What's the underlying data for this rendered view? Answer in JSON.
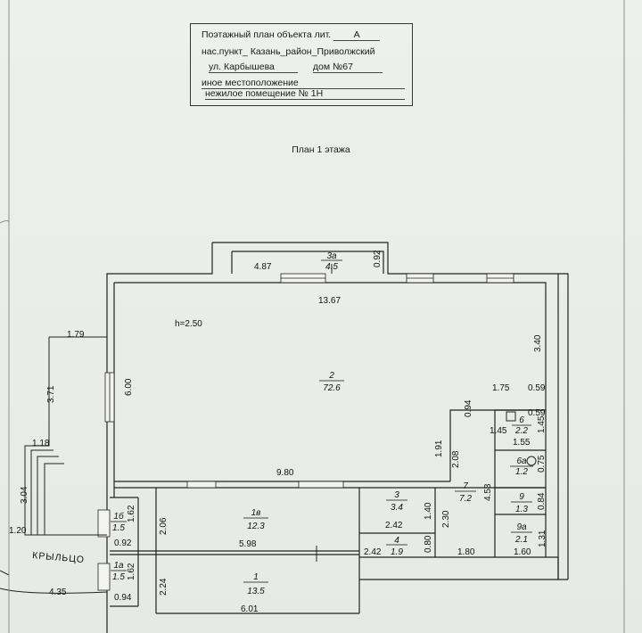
{
  "stamp": {
    "line1_prefix": "Поэтажный план объекта лит.",
    "line1_value": "А",
    "line2": "нас.пункт_ Казань_район_Приволжский",
    "line3_street": "ул. Карбышева",
    "line3_house": "дом №67",
    "line4": "иное местоположение",
    "line5": "нежилое помещение № 1Н"
  },
  "plan_title": "План 1 этажа",
  "porch_label": "КРЫЛЬЦО",
  "ceiling_height": "h=2.50",
  "rooms": [
    {
      "id": "room-3a",
      "number": "3а",
      "area": "4.5"
    },
    {
      "id": "room-2",
      "number": "2",
      "area": "72.6"
    },
    {
      "id": "room-6",
      "number": "6",
      "area": "2.2"
    },
    {
      "id": "room-6a",
      "number": "6а",
      "area": "1.2"
    },
    {
      "id": "room-7",
      "number": "7",
      "area": "7.2"
    },
    {
      "id": "room-3",
      "number": "3",
      "area": "3.4"
    },
    {
      "id": "room-4",
      "number": "4",
      "area": "1.9"
    },
    {
      "id": "room-9",
      "number": "9",
      "area": "1.3"
    },
    {
      "id": "room-9a",
      "number": "9а",
      "area": "2.1"
    },
    {
      "id": "room-1b",
      "number": "1б",
      "area": "1.5"
    },
    {
      "id": "room-1v",
      "number": "1в",
      "area": "12.3"
    },
    {
      "id": "room-1a",
      "number": "1а",
      "area": "1.5"
    },
    {
      "id": "room-1",
      "number": "1",
      "area": "13.5"
    }
  ],
  "dimensions": {
    "d_487": "4.87",
    "d_092a": "0.92",
    "d_1367": "13.67",
    "d_340": "3.40",
    "d_179": "1.79",
    "d_371": "3.71",
    "d_600": "6.00",
    "d_175": "1.75",
    "d_059a": "0.59",
    "d_059b": "0.59",
    "d_094": "0.94",
    "d_145a": "1.45",
    "d_145b": "1.45",
    "d_155": "1.55",
    "d_075": "0.75",
    "d_191": "1.91",
    "d_208": "2.08",
    "d_453": "4.53",
    "d_118": "1.18",
    "d_304": "3.04",
    "d_980": "9.80",
    "d_084": "0.84",
    "d_162a": "1.62",
    "d_206": "2.06",
    "d_242a": "2.42",
    "d_140": "1.40",
    "d_230": "2.30",
    "d_131": "1.31",
    "d_120": "1.20",
    "d_092b": "0.92",
    "d_598": "5.98",
    "d_080": "0.80",
    "d_180": "1.80",
    "d_160": "1.60",
    "d_242b": "2.42",
    "d_162b": "1.62",
    "d_224": "2.24",
    "d_435": "4.35",
    "d_094b": "0.94",
    "d_601": "6.01"
  }
}
